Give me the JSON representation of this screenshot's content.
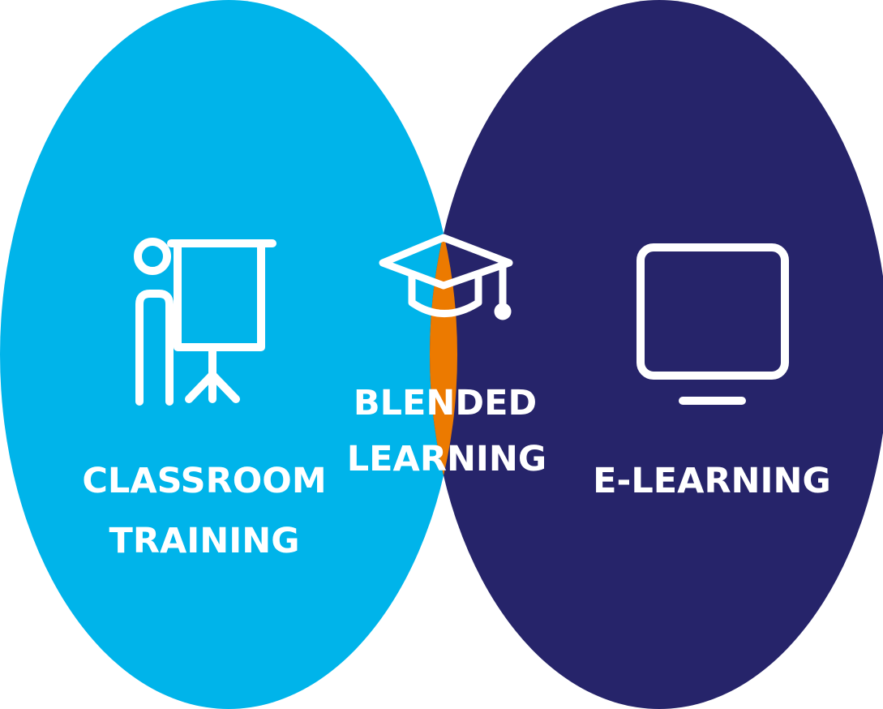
{
  "colors": {
    "classroom": "#00b4ea",
    "elearning": "#26246a",
    "blended": "#ec7a00",
    "text": "#ffffff",
    "background": "#ffffff"
  },
  "sets": {
    "classroom": {
      "line1": "CLASSROOM",
      "line2": "TRAINING",
      "icon": "presenter-board-icon"
    },
    "blended": {
      "line1": "BLENDED",
      "line2": "LEARNING",
      "icon": "graduation-cap-icon"
    },
    "elearning": {
      "line1": "E-LEARNING",
      "icon": "computer-monitor-icon"
    }
  }
}
